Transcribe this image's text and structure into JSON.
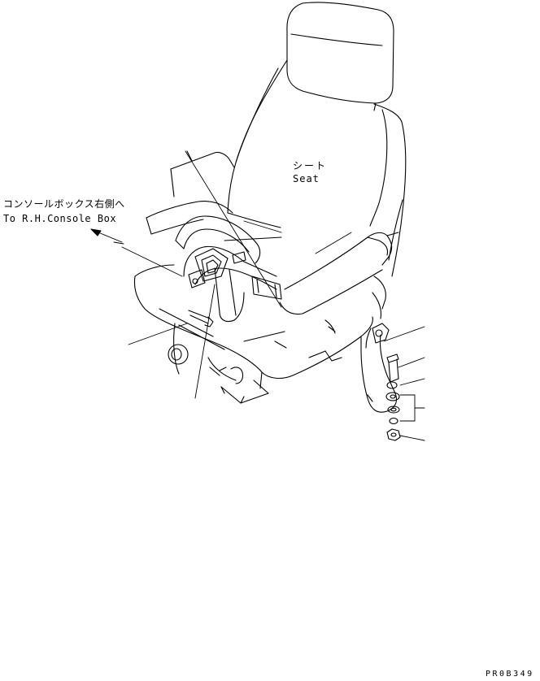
{
  "labels": {
    "seat_jp": "シート",
    "seat_en": "Seat",
    "console_jp": "コンソールボックス右側へ",
    "console_en": "To R.H.Console Box",
    "drawing_code": "PR0B349"
  },
  "colors": {
    "line": "#000000",
    "background": "#ffffff"
  }
}
